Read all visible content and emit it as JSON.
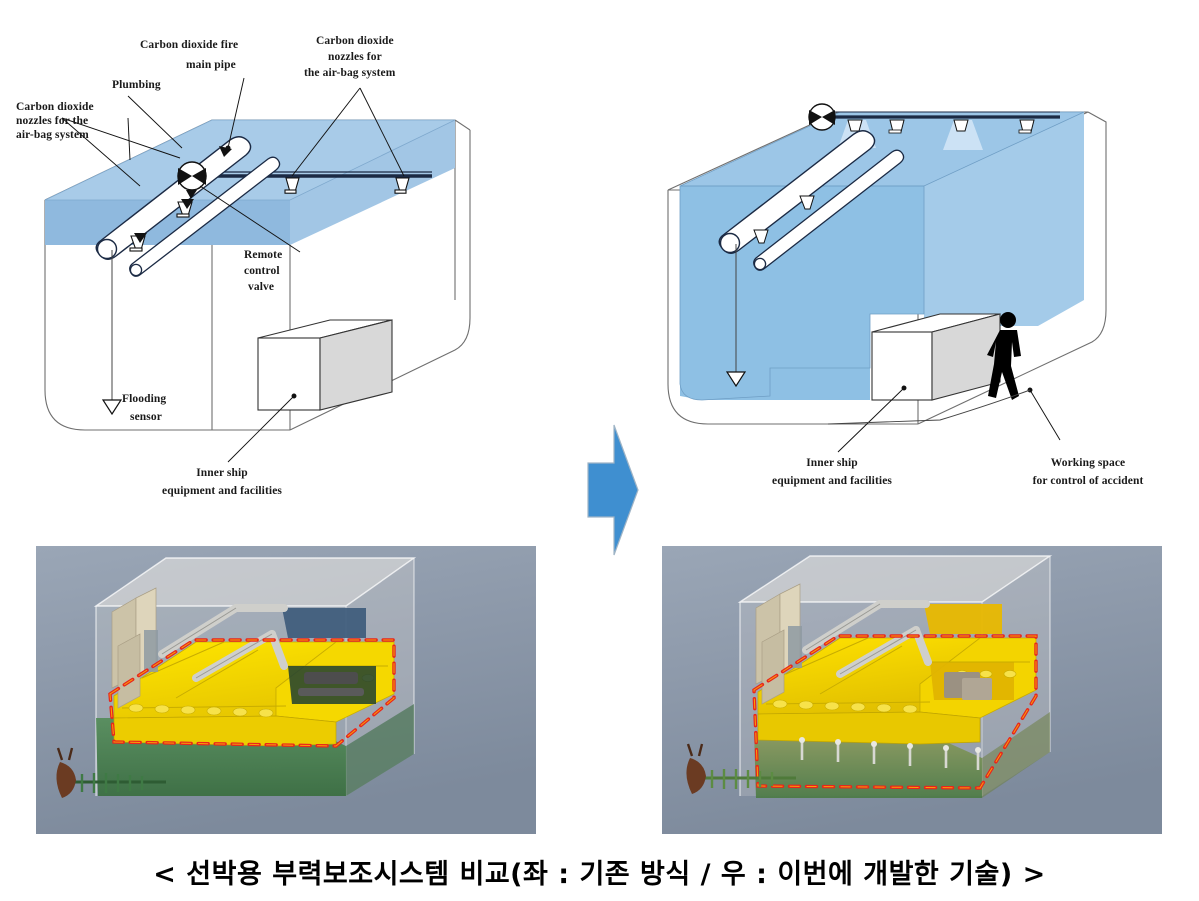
{
  "caption": "< 선박용 부력보조시스템 비교(좌 : 기존 방식 / 우 : 이번에 개발한 기술) >",
  "colors": {
    "water_blue": "#a8cbe8",
    "water_blue_dark": "#8fb9de",
    "airbag_blue": "#8ec0e4",
    "arrow_blue": "#3f8fd0",
    "outline_gray": "#6f6f6f",
    "line_dark": "#1b2a44",
    "render_bg": "#8e9aab",
    "airbag_yellow": "#f2dc00",
    "dashed_red": "#e8251c",
    "water_green": "#3e7a46"
  },
  "diagram_left": {
    "name": "Conventional system",
    "labels": {
      "co2_nozzles_left": "Carbon dioxide\nnozzles for the\nair-bag system",
      "co2_nozzles_left_l1": "Carbon dioxide",
      "co2_nozzles_left_l2": "nozzles  for  the",
      "co2_nozzles_left_l3": "air-bag system",
      "plumbing": "Plumbing",
      "co2_main_pipe_l1": "Carbon dioxide  fire",
      "co2_main_pipe_l2": "main  pipe",
      "co2_nozzles_top_l1": "Carbon dioxide",
      "co2_nozzles_top_l2": "nozzles  for",
      "co2_nozzles_top_l3": "the air-bag system",
      "remote_valve_l1": "Remote",
      "remote_valve_l2": "control",
      "remote_valve_l3": "valve",
      "flooding_sensor_l1": "Flooding",
      "flooding_sensor_l2": "sensor",
      "inner_ship_l1": "Inner ship",
      "inner_ship_l2": "equipment  and facilities"
    }
  },
  "diagram_right": {
    "name": "Newly developed technology",
    "labels": {
      "inner_ship_l1": "Inner ship",
      "inner_ship_l2": "equipment  and facilities",
      "working_space_l1": "Working space",
      "working_space_l2": "for control of accident"
    }
  },
  "arrow": {
    "direction": "right",
    "meaning": "transition from conventional to developed"
  },
  "render_left": {
    "name": "Conventional buoyancy assist 3D render"
  },
  "render_right": {
    "name": "Developed buoyancy assist 3D render"
  }
}
